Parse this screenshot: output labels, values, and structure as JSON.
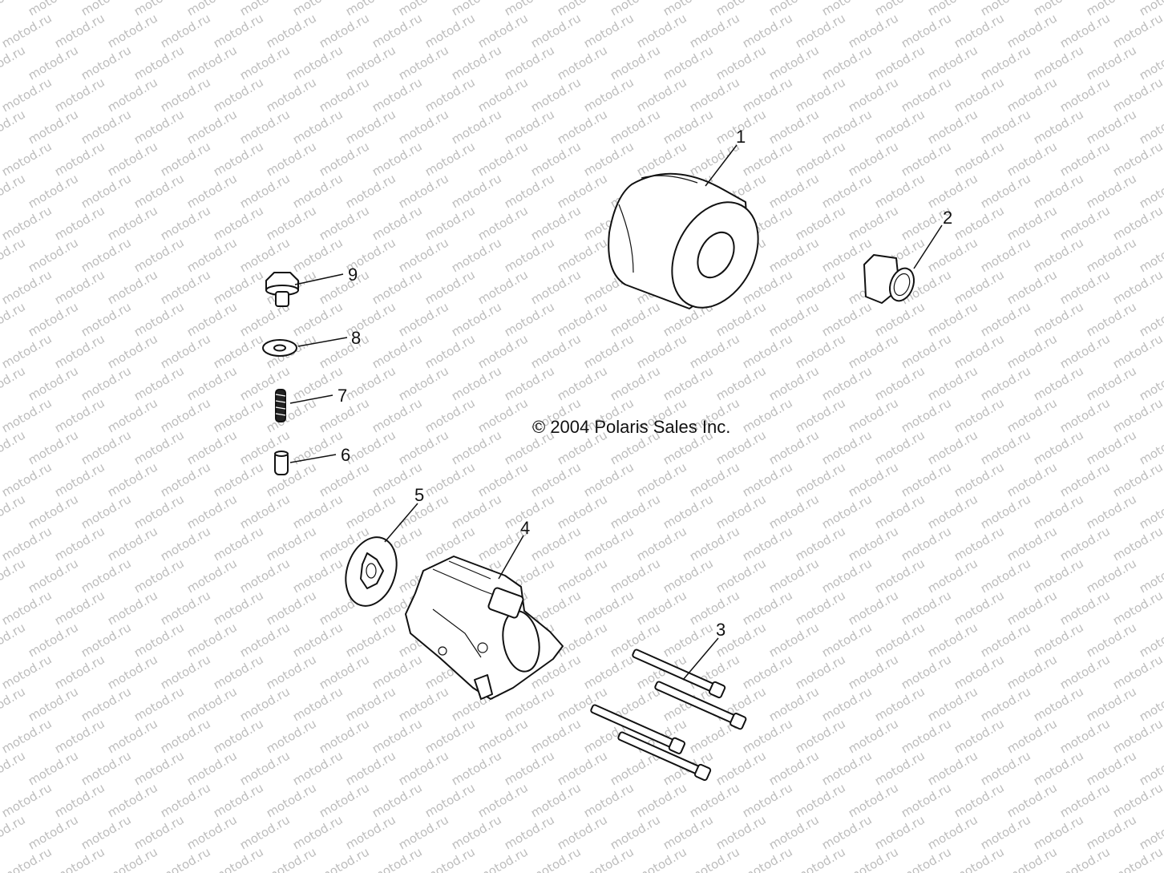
{
  "copyright": "© 2004 Polaris Sales Inc.",
  "watermark": "motod.ru",
  "callouts": [
    "1",
    "2",
    "3",
    "4",
    "5",
    "6",
    "7",
    "8",
    "9"
  ]
}
